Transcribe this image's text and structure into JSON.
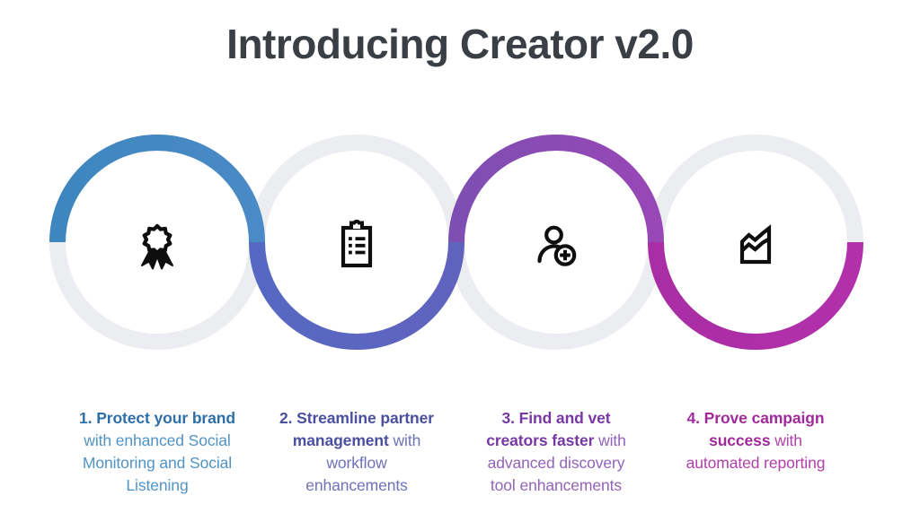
{
  "title": "Introducing Creator v2.0",
  "colors": {
    "title": "#3A3F45",
    "background": "#ffffff",
    "ring_gray": "#ECEDF1",
    "icon_stroke": "#0E0E0E"
  },
  "steps": [
    {
      "number": "1",
      "icon": "award-ribbon-icon",
      "bold": "1. Protect your brand",
      "regular": "\nwith enhanced Social\nMonitoring and Social\nListening",
      "bold_color": "#2E6FA8",
      "regular_color": "#5193C4",
      "arc_position": "top",
      "arc_gradient": [
        "#3E86BE",
        "#4A8AC6"
      ]
    },
    {
      "number": "2",
      "icon": "clipboard-checklist-icon",
      "bold": "2. Streamline partner\nmanagement",
      "regular": " with\nworkflow\nenhancements",
      "bold_color": "#4B4F9F",
      "regular_color": "#6E71B7",
      "arc_position": "bottom",
      "arc_gradient": [
        "#5669C2",
        "#6063BE"
      ]
    },
    {
      "number": "3",
      "icon": "person-add-icon",
      "bold": "3. Find and vet\ncreators faster",
      "regular": " with\nadvanced discovery\ntool enhancements",
      "bold_color": "#7838A3",
      "regular_color": "#9363BA",
      "arc_position": "top",
      "arc_gradient": [
        "#7E4FB3",
        "#9847B6"
      ]
    },
    {
      "number": "4",
      "icon": "area-chart-icon",
      "bold": "4. Prove campaign\nsuccess",
      "regular": " with\nautomated reporting",
      "bold_color": "#A02A9A",
      "regular_color": "#B041A8",
      "arc_position": "bottom",
      "arc_gradient": [
        "#A92DA4",
        "#B231AB"
      ]
    }
  ]
}
